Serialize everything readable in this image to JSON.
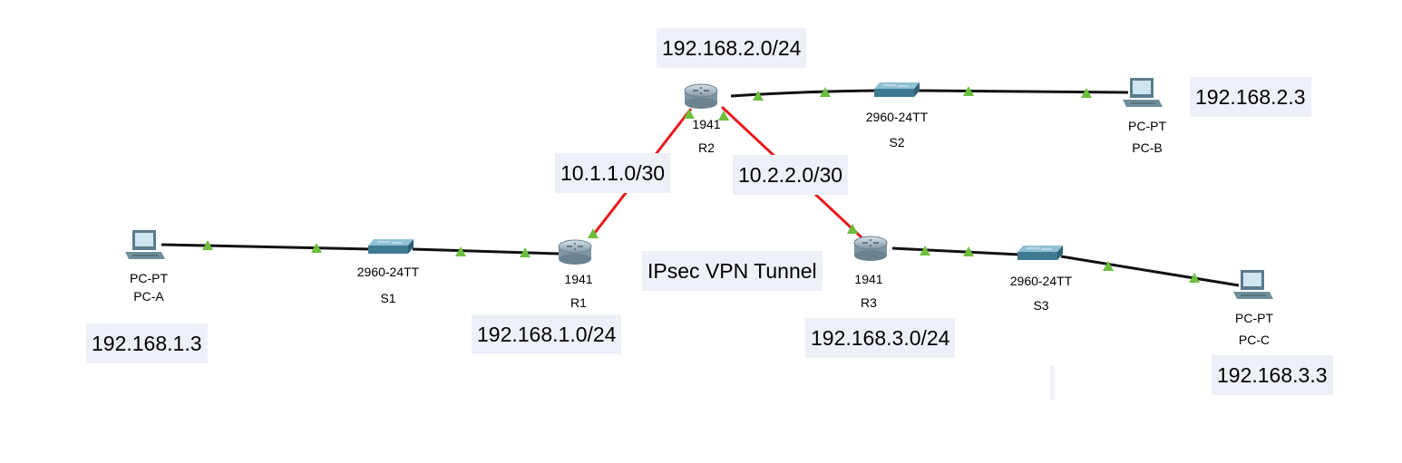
{
  "colors": {
    "ethernet_link": "#111111",
    "serial_link": "#e8191f",
    "port_up": "#6cbf3c",
    "note_background": "#eef0f7"
  },
  "devices": {
    "pc_a": {
      "model": "PC-PT",
      "name": "PC-A",
      "icon": "pc-icon"
    },
    "pc_b": {
      "model": "PC-PT",
      "name": "PC-B",
      "icon": "pc-icon"
    },
    "pc_c": {
      "model": "PC-PT",
      "name": "PC-C",
      "icon": "pc-icon"
    },
    "s1": {
      "model": "2960-24TT",
      "name": "S1",
      "icon": "switch-icon"
    },
    "s2": {
      "model": "2960-24TT",
      "name": "S2",
      "icon": "switch-icon"
    },
    "s3": {
      "model": "2960-24TT",
      "name": "S3",
      "icon": "switch-icon"
    },
    "r1": {
      "model": "1941",
      "name": "R1",
      "icon": "router-icon"
    },
    "r2": {
      "model": "1941",
      "name": "R2",
      "icon": "router-icon"
    },
    "r3": {
      "model": "1941",
      "name": "R3",
      "icon": "router-icon"
    }
  },
  "notes": {
    "net_r2_lan": "192.168.2.0/24",
    "host_pc_b": "192.168.2.3",
    "net_r1_r2": "10.1.1.0/30",
    "net_r2_r3": "10.2.2.0/30",
    "tunnel": "IPsec VPN Tunnel",
    "host_pc_a": "192.168.1.3",
    "net_r1_lan": "192.168.1.0/24",
    "net_r3_lan": "192.168.3.0/24",
    "host_pc_c": "192.168.3.3"
  }
}
